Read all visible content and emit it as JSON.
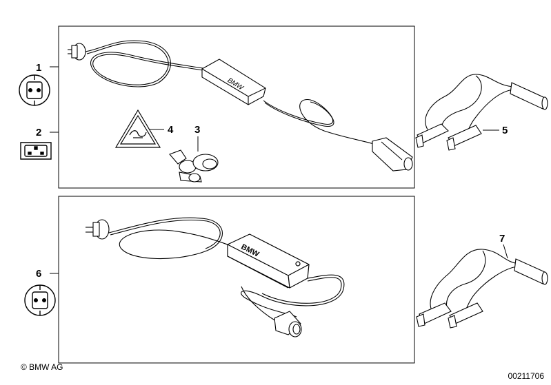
{
  "callouts": [
    "1",
    "2",
    "3",
    "4",
    "5",
    "6",
    "7"
  ],
  "copyright": "© BMW AG",
  "document_number": "00211706",
  "device_brand_label": "BMW"
}
